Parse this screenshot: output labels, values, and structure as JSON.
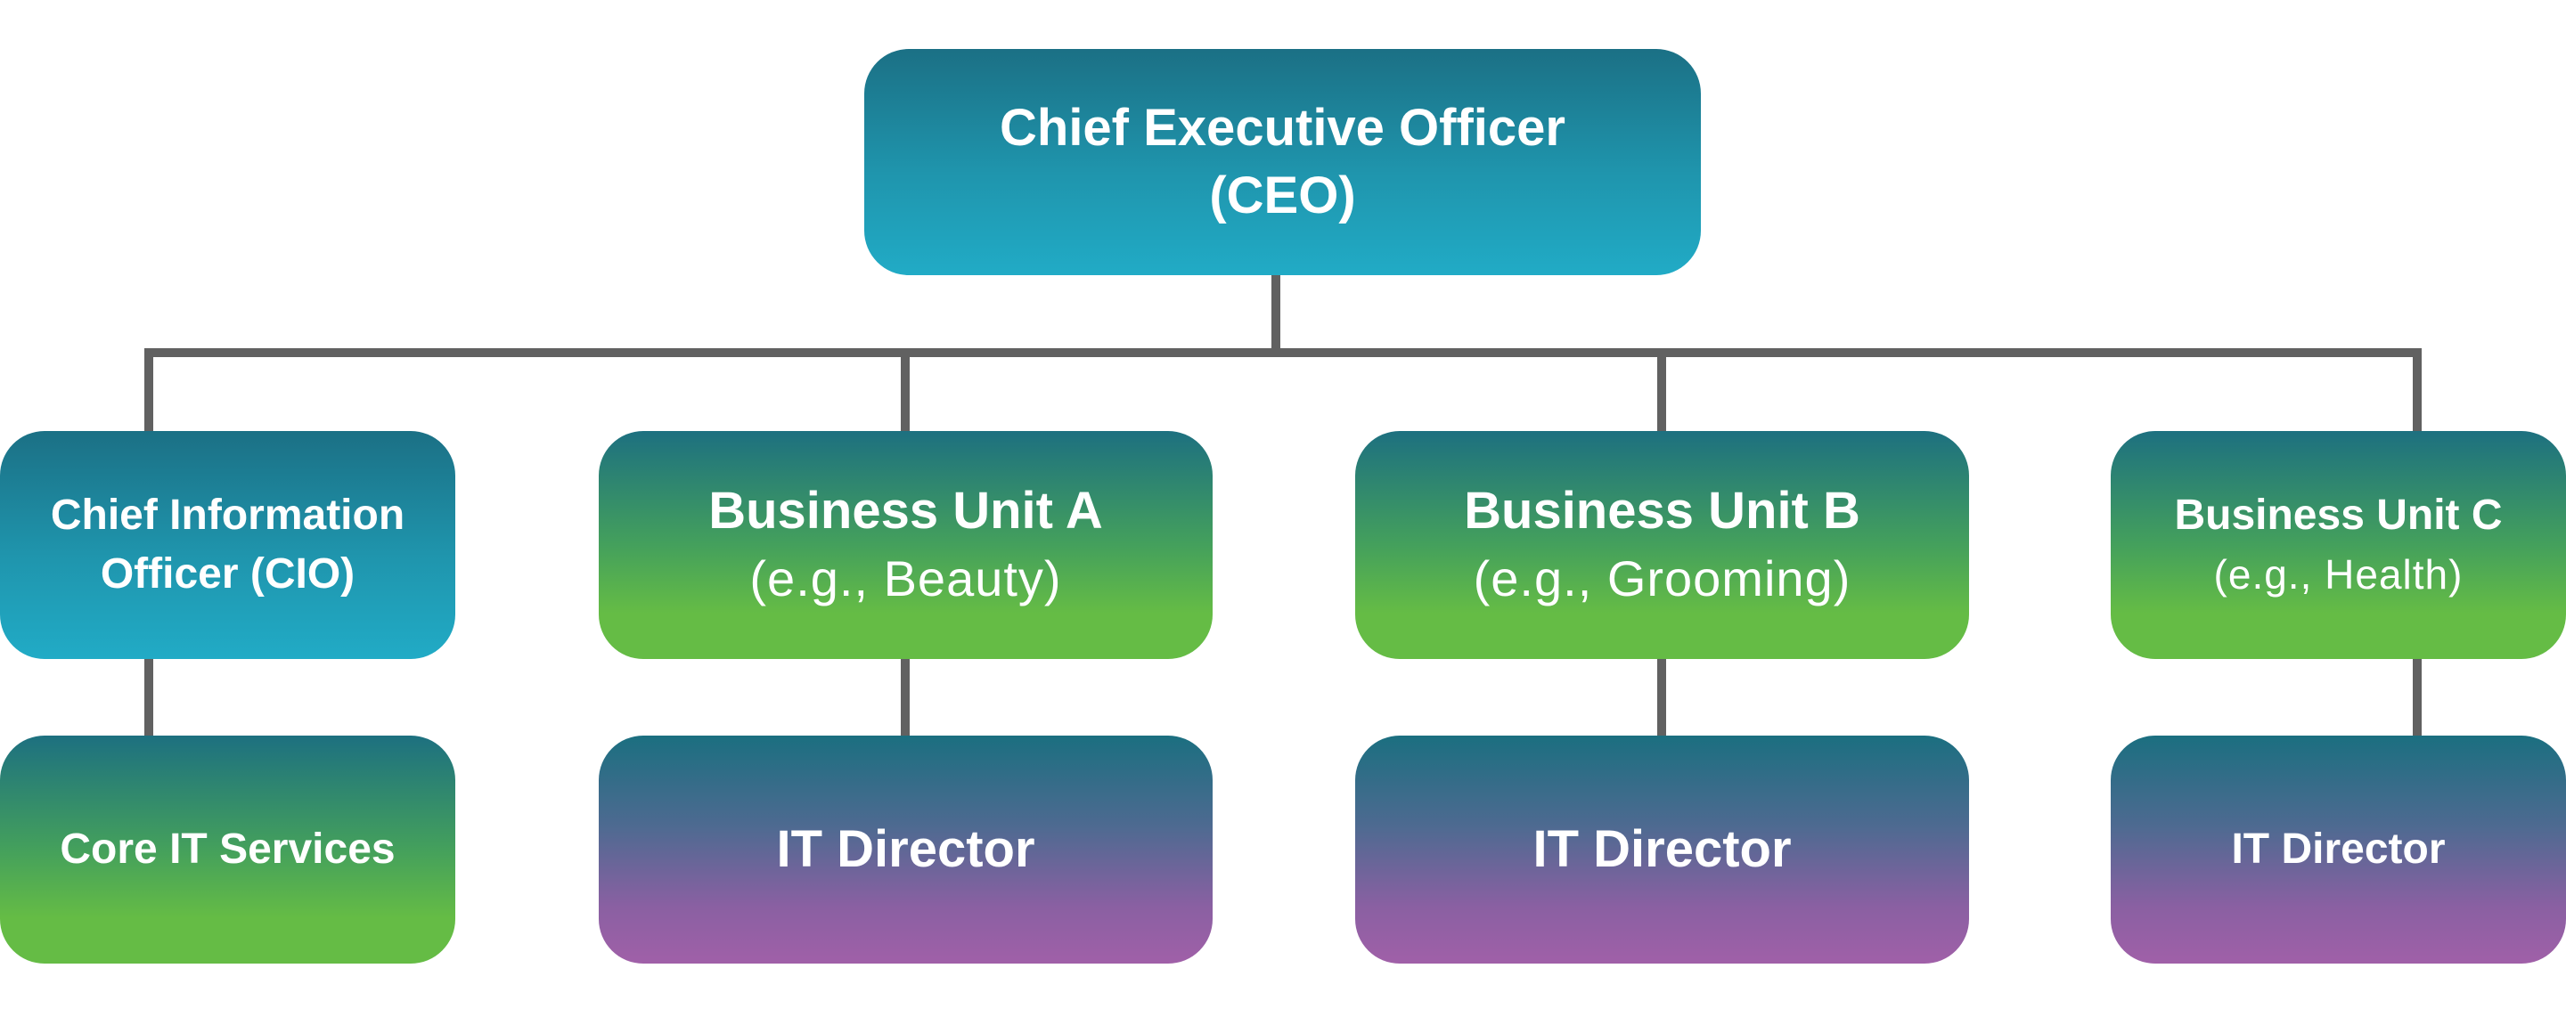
{
  "ceo": {
    "title_line1": "Chief Executive Officer",
    "title_line2": "(CEO)"
  },
  "level2": [
    {
      "title_line1": "Chief Information",
      "title_line2": "Officer (CIO)"
    },
    {
      "title": "Business Unit A",
      "example": "(e.g., Beauty)"
    },
    {
      "title": "Business Unit B",
      "example": "(e.g., Grooming)"
    },
    {
      "title": "Business Unit C",
      "example": "(e.g., Health)"
    }
  ],
  "level3": [
    {
      "title": "Core IT Services"
    },
    {
      "title": "IT Director"
    },
    {
      "title": "IT Director"
    },
    {
      "title": "IT Director"
    }
  ],
  "colors": {
    "teal": "#21abc6",
    "green": "#65bc45",
    "purple": "#a060a8",
    "dark_teal": "#1b7085",
    "connector": "#616161"
  }
}
